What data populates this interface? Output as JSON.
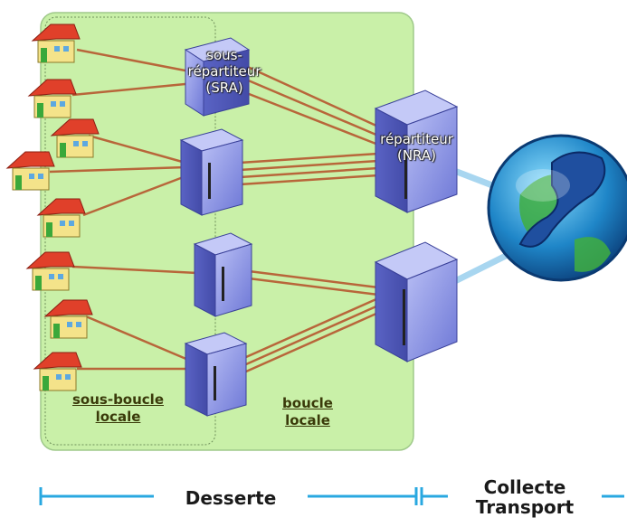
{
  "labels": {
    "sra": "sous-\nrépartiteur\n(SRA)",
    "nra": "répartiteur\n(NRA)",
    "sous_boucle": "sous-boucle\nlocale",
    "boucle": "boucle\nlocale",
    "desserte": "Desserte",
    "collecte": "Collecte\nTransport"
  },
  "colors": {
    "loop_zone": "#c9f0a8",
    "copper_line": "#b8663a",
    "fiber_line": "#a8d6f0",
    "axis_line": "#29a8e0",
    "server": "#8f98e6",
    "house_roof": "#e0402a",
    "house_wall": "#f4e38a"
  }
}
